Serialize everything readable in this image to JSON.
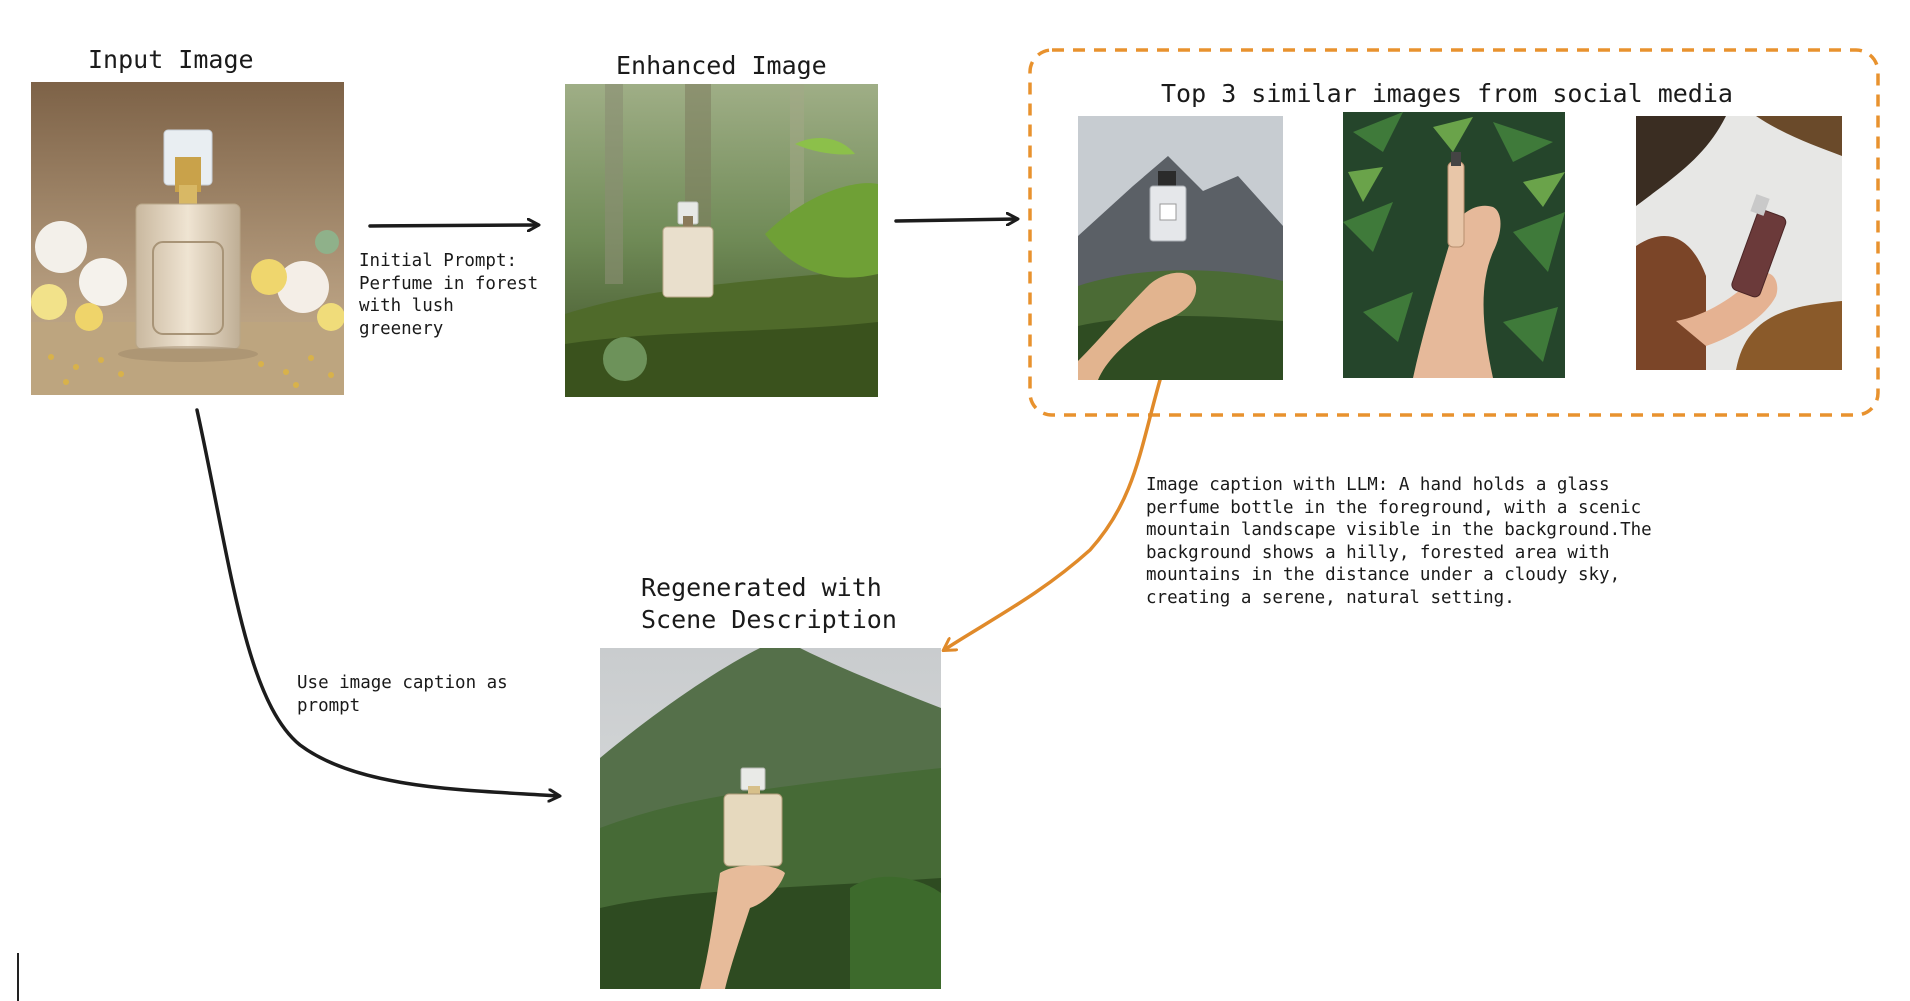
{
  "nodes": {
    "input": {
      "title": "Input Image"
    },
    "enhanced": {
      "title": "Enhanced Image"
    },
    "social": {
      "title": "Top 3 similar images from social media"
    },
    "regenerated": {
      "title_line1": "Regenerated with",
      "title_line2": "Scene Description"
    }
  },
  "edges": {
    "input_to_enhanced": {
      "label": "Initial Prompt: Perfume in forest with lush greenery"
    },
    "social_to_regenerated": {
      "label": "Image caption with LLM: A hand holds a glass perfume bottle in the foreground, with a scenic mountain landscape visible in the background.The background shows a hilly, forested area with mountains in the distance under a cloudy sky, creating a serene, natural setting."
    },
    "input_to_regenerated": {
      "label": "Use image caption as prompt"
    }
  },
  "colors": {
    "arrow": "#1c1c1c",
    "highlight": "#e8922e",
    "caption_arrow": "#e08a2a"
  },
  "icons": {
    "arrow_head": "arrow-head-icon"
  }
}
